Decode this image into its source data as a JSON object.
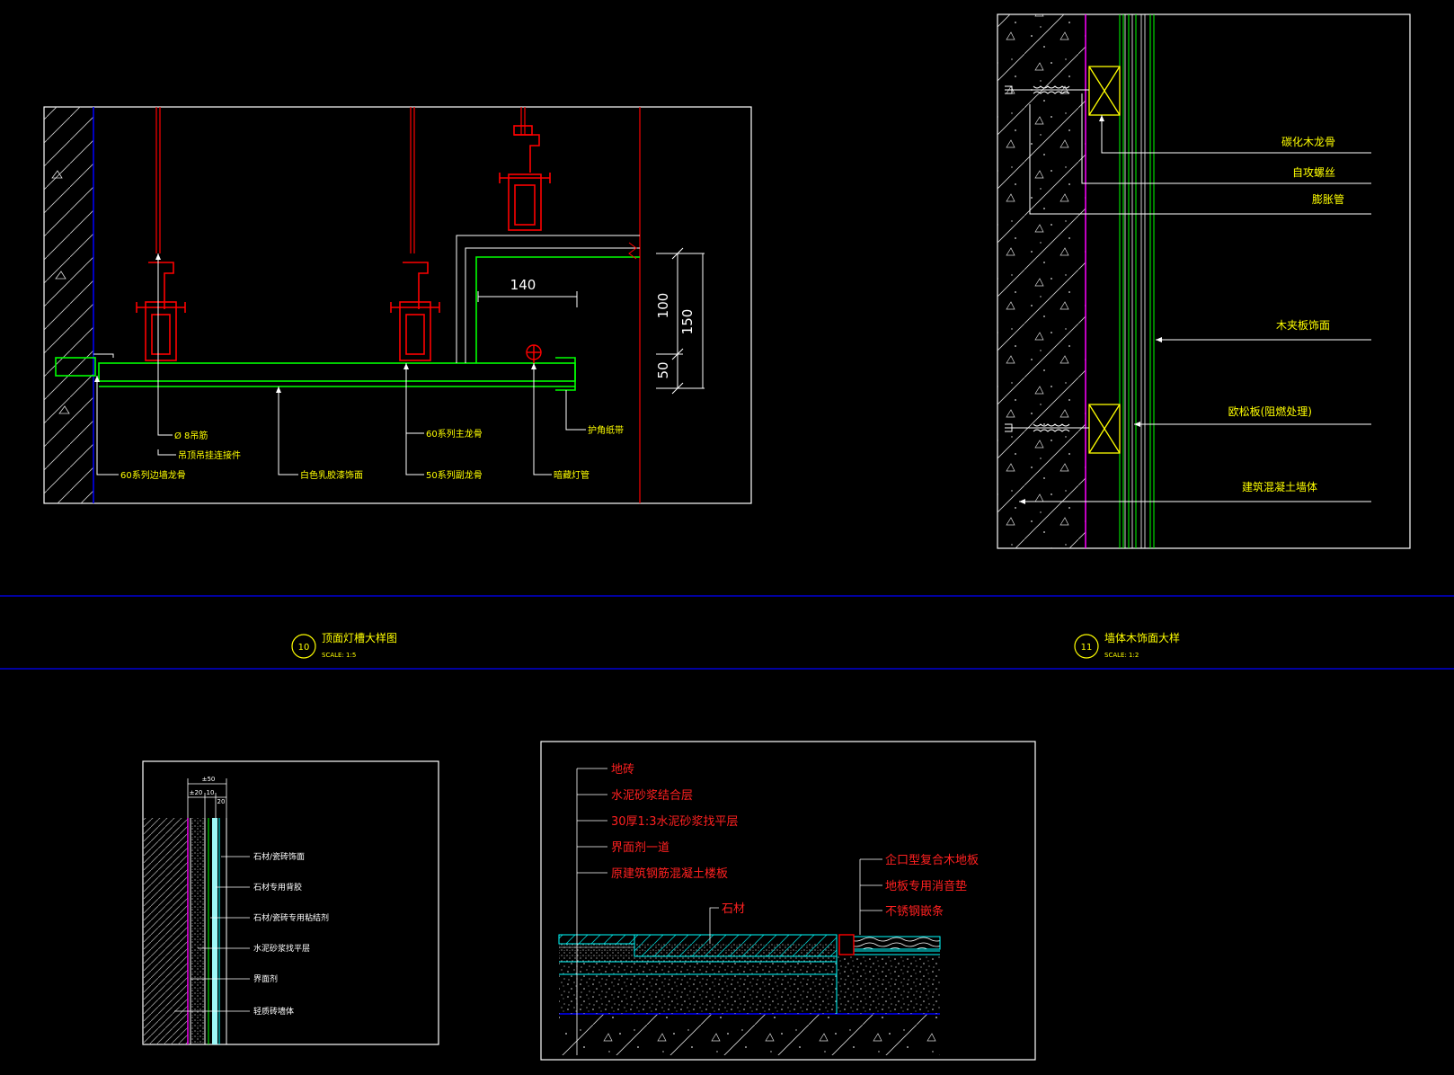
{
  "colors": {
    "background": "#000000",
    "frame": "#ffffff",
    "annotation": "#ffff00",
    "red": "#ff0000",
    "green": "#00ff00",
    "cyan": "#00ffff",
    "magenta": "#ff00ff",
    "blue": "#0000ff",
    "red_text": "#ff2020"
  },
  "detail10": {
    "dimensions": {
      "d140": "140",
      "d100": "100",
      "d150": "150",
      "d50": "50"
    },
    "labels": {
      "rod": "Ø 8吊筋",
      "hanger": "吊顶吊挂连接件",
      "edge_keel": "60系列边墙龙骨",
      "gypsum": "白色乳胶漆饰面",
      "main_keel": "60系列主龙骨",
      "sub_keel": "50系列副龙骨",
      "angle_bead": "护角纸带",
      "light_tube": "暗藏灯管"
    },
    "title": {
      "number": "10",
      "name": "顶面灯槽大样图",
      "scale": "SCALE:   1:5"
    }
  },
  "detail11": {
    "labels": {
      "keel": "碳化木龙骨",
      "screw": "自攻螺丝",
      "anchor": "膨胀管",
      "veneer": "木夹板饰面",
      "board": "欧松板(阻燃处理)",
      "wall": "建筑混凝土墙体"
    },
    "title": {
      "number": "11",
      "name": "墙体木饰面大样",
      "scale": "SCALE:   1:2"
    }
  },
  "detail_wall": {
    "dimensions": {
      "total": "±50",
      "d20": "±20",
      "d10": "10",
      "d20b": "20"
    },
    "labels": {
      "stone": "石材/瓷砖饰面",
      "backing": "石材专用背胶",
      "adhesive": "石材/瓷砖专用粘结剂",
      "mortar": "水泥砂浆找平层",
      "primer": "界面剂",
      "wall": "轻质砖墙体"
    }
  },
  "detail_floor": {
    "left_labels": {
      "tile": "地砖",
      "bond": "水泥砂浆结合层",
      "screed": "30厚1:3水泥砂浆找平层",
      "primer": "界面剂一道",
      "slab": "原建筑钢筋混凝土楼板"
    },
    "stone": "石材",
    "right_labels": {
      "wood_floor": "企口型复合木地板",
      "underlay": "地板专用消音垫",
      "strip": "不锈钢嵌条"
    }
  }
}
